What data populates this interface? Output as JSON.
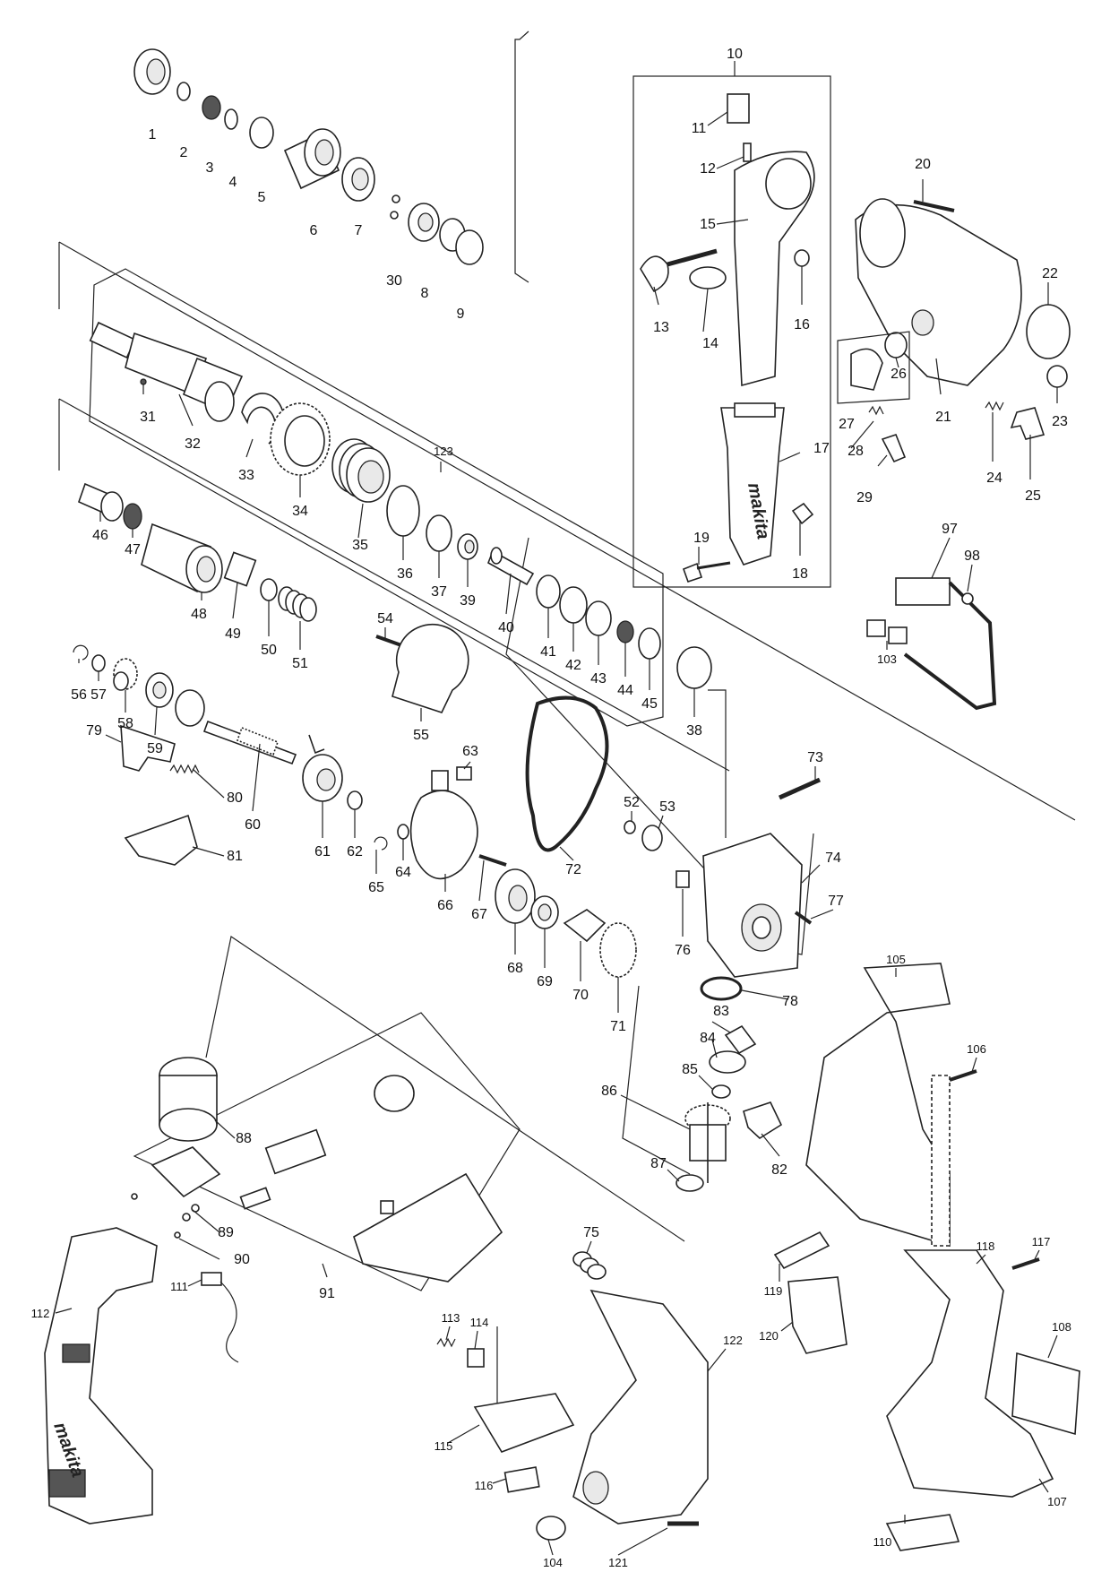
{
  "diagram": {
    "brand_marks": [
      "makita",
      "makita"
    ],
    "part_numbers": [
      {
        "id": "1",
        "label": "1"
      },
      {
        "id": "2",
        "label": "2"
      },
      {
        "id": "3",
        "label": "3"
      },
      {
        "id": "4",
        "label": "4"
      },
      {
        "id": "5",
        "label": "5"
      },
      {
        "id": "6",
        "label": "6"
      },
      {
        "id": "7",
        "label": "7"
      },
      {
        "id": "8",
        "label": "8"
      },
      {
        "id": "9",
        "label": "9"
      },
      {
        "id": "10",
        "label": "10"
      },
      {
        "id": "11",
        "label": "11"
      },
      {
        "id": "12",
        "label": "12"
      },
      {
        "id": "13",
        "label": "13"
      },
      {
        "id": "14",
        "label": "14"
      },
      {
        "id": "15",
        "label": "15"
      },
      {
        "id": "16",
        "label": "16"
      },
      {
        "id": "17",
        "label": "17"
      },
      {
        "id": "18",
        "label": "18"
      },
      {
        "id": "19",
        "label": "19"
      },
      {
        "id": "20",
        "label": "20"
      },
      {
        "id": "21",
        "label": "21"
      },
      {
        "id": "22",
        "label": "22"
      },
      {
        "id": "23",
        "label": "23"
      },
      {
        "id": "24",
        "label": "24"
      },
      {
        "id": "25",
        "label": "25"
      },
      {
        "id": "26",
        "label": "26"
      },
      {
        "id": "27",
        "label": "27"
      },
      {
        "id": "28",
        "label": "28"
      },
      {
        "id": "29",
        "label": "29"
      },
      {
        "id": "30",
        "label": "30"
      },
      {
        "id": "31",
        "label": "31"
      },
      {
        "id": "32",
        "label": "32"
      },
      {
        "id": "33",
        "label": "33"
      },
      {
        "id": "34",
        "label": "34"
      },
      {
        "id": "35",
        "label": "35"
      },
      {
        "id": "36",
        "label": "36"
      },
      {
        "id": "37",
        "label": "37"
      },
      {
        "id": "38",
        "label": "38"
      },
      {
        "id": "39",
        "label": "39"
      },
      {
        "id": "40",
        "label": "40"
      },
      {
        "id": "41",
        "label": "41"
      },
      {
        "id": "42",
        "label": "42"
      },
      {
        "id": "43",
        "label": "43"
      },
      {
        "id": "44",
        "label": "44"
      },
      {
        "id": "45",
        "label": "45"
      },
      {
        "id": "46",
        "label": "46"
      },
      {
        "id": "47",
        "label": "47"
      },
      {
        "id": "48",
        "label": "48"
      },
      {
        "id": "49",
        "label": "49"
      },
      {
        "id": "50",
        "label": "50"
      },
      {
        "id": "51",
        "label": "51"
      },
      {
        "id": "52",
        "label": "52"
      },
      {
        "id": "53",
        "label": "53"
      },
      {
        "id": "54",
        "label": "54"
      },
      {
        "id": "55",
        "label": "55"
      },
      {
        "id": "56",
        "label": "56"
      },
      {
        "id": "57",
        "label": "57"
      },
      {
        "id": "58",
        "label": "58"
      },
      {
        "id": "59",
        "label": "59"
      },
      {
        "id": "60",
        "label": "60"
      },
      {
        "id": "61",
        "label": "61"
      },
      {
        "id": "62",
        "label": "62"
      },
      {
        "id": "63",
        "label": "63"
      },
      {
        "id": "64",
        "label": "64"
      },
      {
        "id": "65",
        "label": "65"
      },
      {
        "id": "66",
        "label": "66"
      },
      {
        "id": "67",
        "label": "67"
      },
      {
        "id": "68",
        "label": "68"
      },
      {
        "id": "69",
        "label": "69"
      },
      {
        "id": "70",
        "label": "70"
      },
      {
        "id": "71",
        "label": "71"
      },
      {
        "id": "72",
        "label": "72"
      },
      {
        "id": "73",
        "label": "73"
      },
      {
        "id": "74",
        "label": "74"
      },
      {
        "id": "75",
        "label": "75"
      },
      {
        "id": "76",
        "label": "76"
      },
      {
        "id": "77",
        "label": "77"
      },
      {
        "id": "78",
        "label": "78"
      },
      {
        "id": "79",
        "label": "79"
      },
      {
        "id": "80",
        "label": "80"
      },
      {
        "id": "81",
        "label": "81"
      },
      {
        "id": "82",
        "label": "82"
      },
      {
        "id": "83",
        "label": "83"
      },
      {
        "id": "84",
        "label": "84"
      },
      {
        "id": "85",
        "label": "85"
      },
      {
        "id": "86",
        "label": "86"
      },
      {
        "id": "87",
        "label": "87"
      },
      {
        "id": "88",
        "label": "88"
      },
      {
        "id": "89",
        "label": "89"
      },
      {
        "id": "90",
        "label": "90"
      },
      {
        "id": "91",
        "label": "91"
      },
      {
        "id": "97",
        "label": "97"
      },
      {
        "id": "98",
        "label": "98"
      },
      {
        "id": "103",
        "label": "103"
      },
      {
        "id": "104",
        "label": "104"
      },
      {
        "id": "105",
        "label": "105"
      },
      {
        "id": "106",
        "label": "106"
      },
      {
        "id": "107",
        "label": "107"
      },
      {
        "id": "108",
        "label": "108"
      },
      {
        "id": "110",
        "label": "110"
      },
      {
        "id": "111",
        "label": "111"
      },
      {
        "id": "112",
        "label": "112"
      },
      {
        "id": "113",
        "label": "113"
      },
      {
        "id": "114",
        "label": "114"
      },
      {
        "id": "115",
        "label": "115"
      },
      {
        "id": "116",
        "label": "116"
      },
      {
        "id": "117",
        "label": "117"
      },
      {
        "id": "118",
        "label": "118"
      },
      {
        "id": "119",
        "label": "119"
      },
      {
        "id": "120",
        "label": "120"
      },
      {
        "id": "121",
        "label": "121"
      },
      {
        "id": "122",
        "label": "122"
      },
      {
        "id": "123",
        "label": "123"
      }
    ]
  }
}
